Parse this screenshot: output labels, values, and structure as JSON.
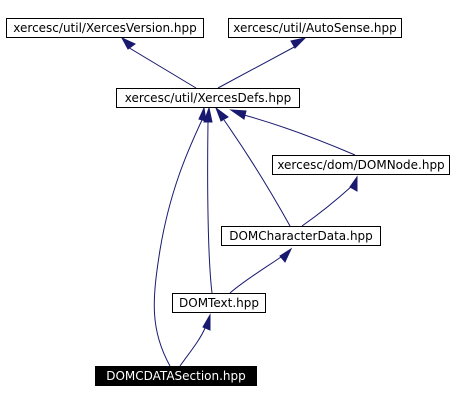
{
  "nodes": {
    "xerces_version": "xercesc/util/XercesVersion.hpp",
    "auto_sense": "xercesc/util/AutoSense.hpp",
    "xerces_defs": "xercesc/util/XercesDefs.hpp",
    "dom_node": "xercesc/dom/DOMNode.hpp",
    "dom_character_data": "DOMCharacterData.hpp",
    "dom_text": "DOMText.hpp",
    "dom_cdata_section": "DOMCDATASection.hpp"
  },
  "colors": {
    "edge": "#191970",
    "node_border": "#000000",
    "current_node_fill": "#000000",
    "current_node_text": "#ffffff"
  }
}
